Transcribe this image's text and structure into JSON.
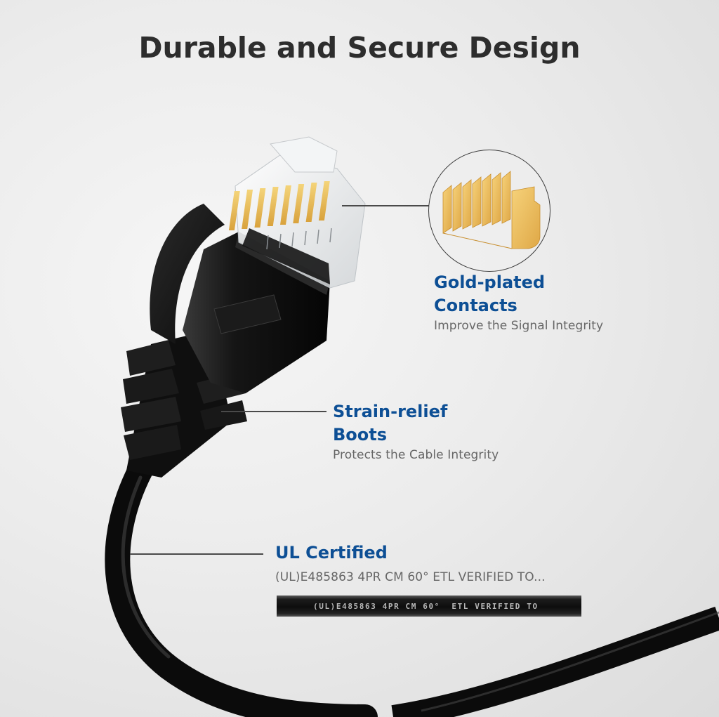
{
  "title": "Durable and Secure Design",
  "colors": {
    "heading_blue": "#0d4f95",
    "title_dark": "#2d2d2d",
    "subtext_gray": "#666666",
    "gold": "#e6b34a",
    "cable_black": "#111111"
  },
  "features": [
    {
      "id": "gold-plated-contacts",
      "heading_line1": "Gold-plated",
      "heading_line2": "Contacts",
      "description": "Improve the Signal Integrity",
      "icon": "gold-contacts-closeup"
    },
    {
      "id": "strain-relief-boots",
      "heading_line1": "Strain-relief",
      "heading_line2": "Boots",
      "description": "Protects the Cable Integrity"
    },
    {
      "id": "ul-certified",
      "heading_line1": "UL Certified",
      "description": "(UL)E485863 4PR CM 60° ETL VERIFIED TO...",
      "cable_print": "(UL)E485863 4PR CM 60°  ETL VERIFIED TO"
    }
  ],
  "illustration": {
    "subject": "RJ45 ethernet cable connector",
    "icon": "rj45-plug"
  }
}
